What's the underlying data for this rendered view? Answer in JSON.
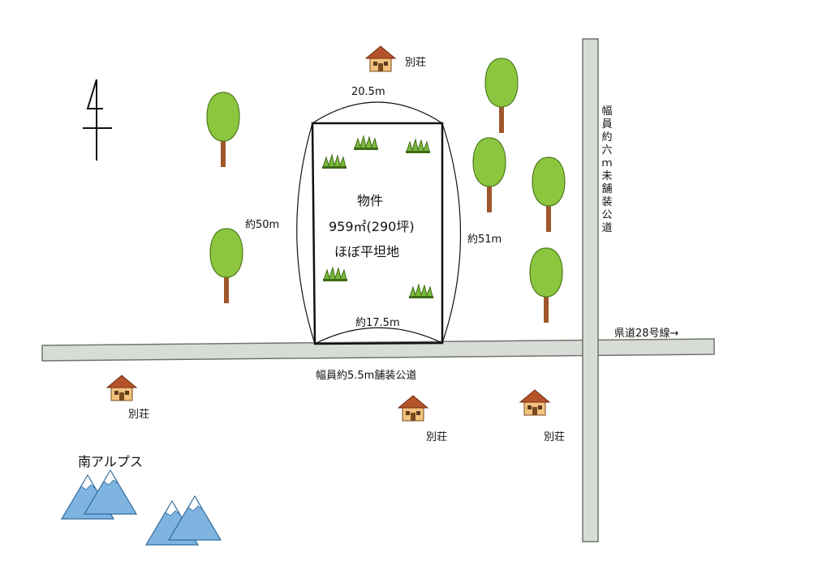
{
  "property": {
    "label": "物件",
    "area": "959㎡(290坪)",
    "terrain": "ほぼ平坦地",
    "top_width": "20.5m",
    "bottom_width": "約17.5m",
    "left_depth": "約50m",
    "right_depth": "約51m"
  },
  "roads": {
    "main_road": "幅員約5.5m舗装公道",
    "side_road": "幅員約六ｍ未舗装公道",
    "prefectural_road": "県道28号線→"
  },
  "villas": {
    "north": "別荘",
    "west": "別荘",
    "south": "別荘",
    "southeast": "別荘"
  },
  "mountains": {
    "label": "南アルプス"
  },
  "colors": {
    "road": "#d8dcd6",
    "road_edge": "#6f746c",
    "tree": "#8cc63f",
    "trunk": "#a0562a",
    "grass": "#7ab83a",
    "mountain": "#7fb4e0",
    "roof": "#b5532a"
  },
  "icons": [
    "north-arrow-icon",
    "tree-icon",
    "grass-icon",
    "house-icon",
    "mountain-icon"
  ]
}
